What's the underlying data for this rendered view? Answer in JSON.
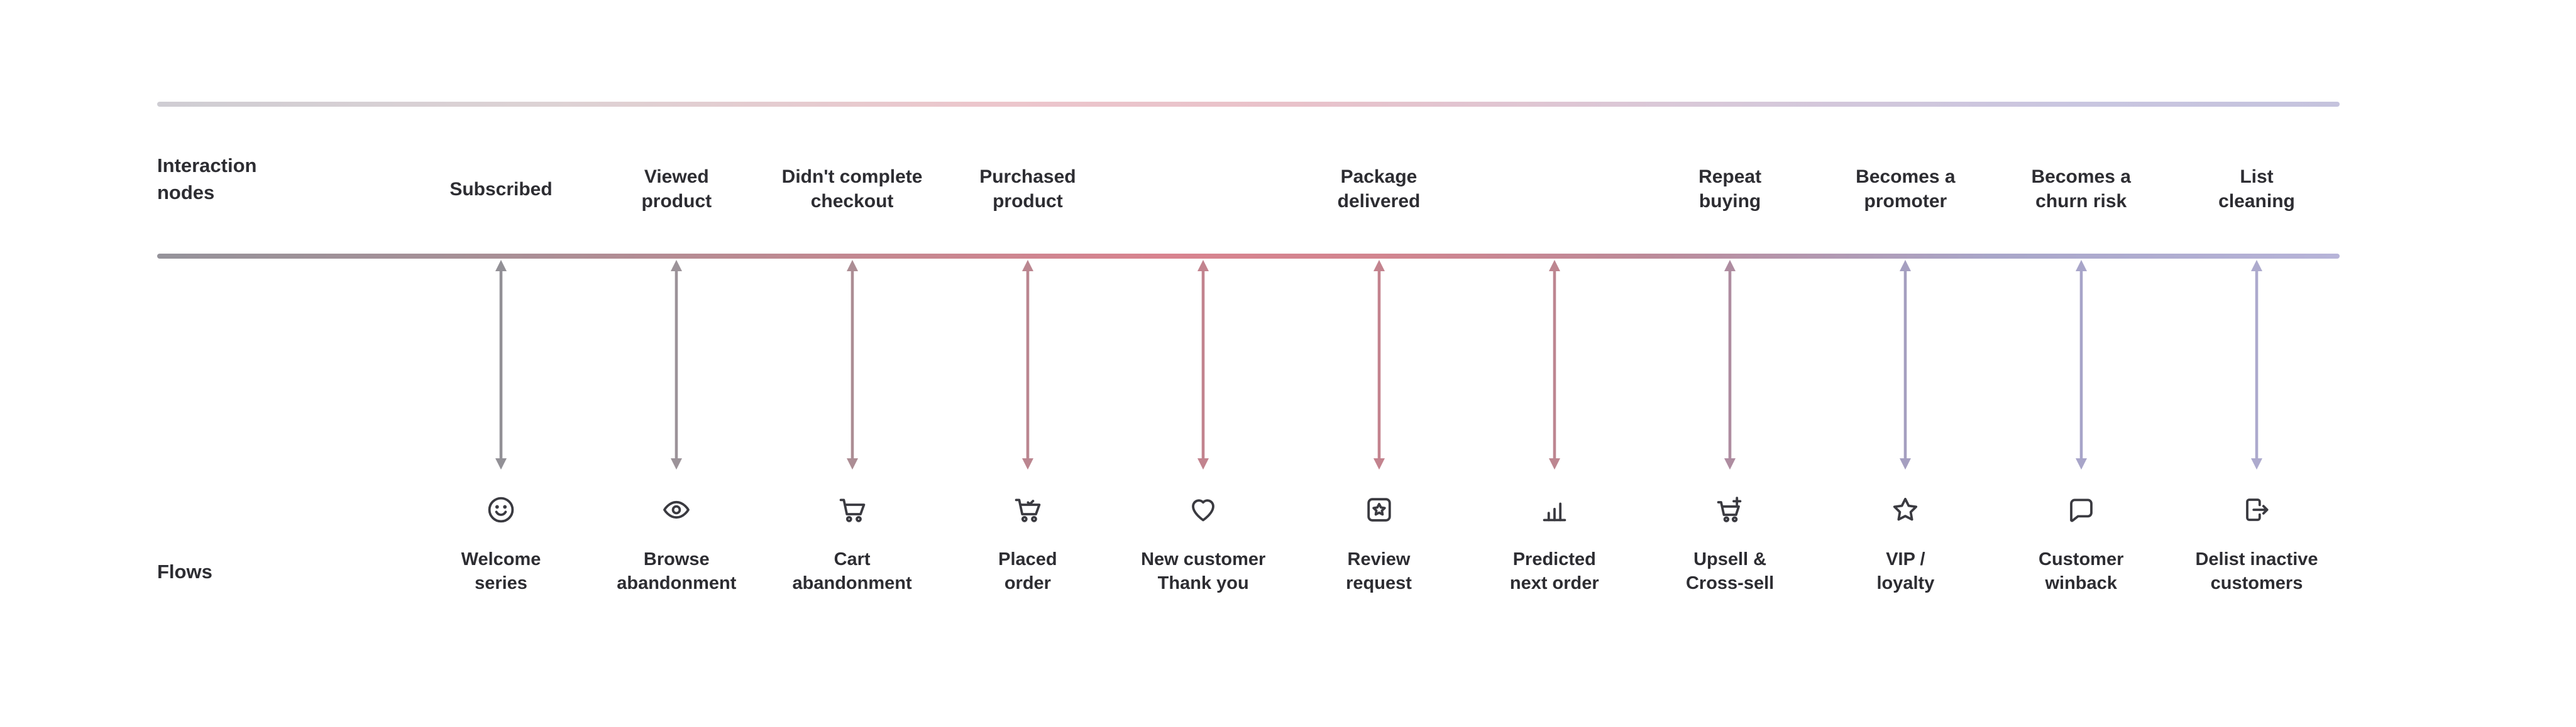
{
  "diagram": {
    "row_headers": {
      "nodes": "Interaction nodes",
      "flows": "Flows"
    },
    "colors": {
      "text": "#2d2d32",
      "icon": "#3a3a40",
      "top_line_gradient": [
        "#cfcdd3",
        "#ecc6cc",
        "#d9c8d8",
        "#c5c3dd"
      ],
      "main_line_gradient": [
        "#95939a",
        "#c08991",
        "#d8838f",
        "#a9a6c9",
        "#b7b4d8"
      ]
    },
    "columns": [
      {
        "node": "Subscribed",
        "flow": "Welcome\nseries",
        "icon": "smiley-face-icon",
        "arrow_color": "#929096"
      },
      {
        "node": "Viewed\nproduct",
        "flow": "Browse\nabandonment",
        "icon": "eye-icon",
        "arrow_color": "#9c9399"
      },
      {
        "node": "Didn't complete\ncheckout",
        "flow": "Cart\nabandonment",
        "icon": "cart-icon",
        "arrow_color": "#ac8d94"
      },
      {
        "node": "Purchased\nproduct",
        "flow": "Placed\norder",
        "icon": "order-cart-icon",
        "arrow_color": "#bb8690"
      },
      {
        "node": "",
        "flow": "New customer\nThank you",
        "icon": "heart-icon",
        "arrow_color": "#c2838e"
      },
      {
        "node": "Package\ndelivered",
        "flow": "Review\nrequest",
        "icon": "review-card-icon",
        "arrow_color": "#c3838e"
      },
      {
        "node": "",
        "flow": "Predicted\nnext order",
        "icon": "bar-chart-icon",
        "arrow_color": "#bd8690"
      },
      {
        "node": "Repeat\nbuying",
        "flow": "Upsell &\nCross-sell",
        "icon": "upsell-cart-icon",
        "arrow_color": "#ae8ca0"
      },
      {
        "node": "Becomes a\npromoter",
        "flow": "VIP /\nloyalty",
        "icon": "star-icon",
        "arrow_color": "#a59fc0"
      },
      {
        "node": "Becomes a\nchurn risk",
        "flow": "Customer\nwinback",
        "icon": "chat-bubble-icon",
        "arrow_color": "#a8a5c9"
      },
      {
        "node": "List\ncleaning",
        "flow": "Delist inactive\ncustomers",
        "icon": "sign-out-icon",
        "arrow_color": "#adaacd"
      }
    ]
  }
}
